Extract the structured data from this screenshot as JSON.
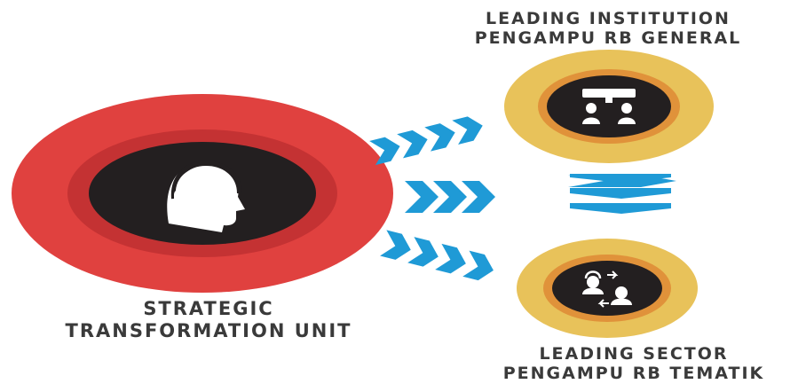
{
  "strategic_unit": {
    "line1": "STRATEGIC",
    "line2": "TRANSFORMATION UNIT",
    "icon": "person-with-headset-icon",
    "ring_color": "#e0413f",
    "inner_ring_color": "#c43233",
    "core_color": "#231f20"
  },
  "leading_institution": {
    "line1": "LEADING INSTITUTION",
    "line2": "PENGAMPU RB GENERAL",
    "icon": "meeting-presentation-icon",
    "ring_color": "#e8c25a",
    "inner_ring_color": "#e0923a",
    "core_color": "#231f20"
  },
  "leading_sector": {
    "line1": "LEADING SECTOR",
    "line2": "PENGAMPU RB TEMATIK",
    "icon": "people-exchange-icon",
    "ring_color": "#e8c25a",
    "inner_ring_color": "#e0923a",
    "core_color": "#231f20"
  },
  "arrows": {
    "color": "#1f9ad6",
    "icon": "chevron-right-icon"
  }
}
